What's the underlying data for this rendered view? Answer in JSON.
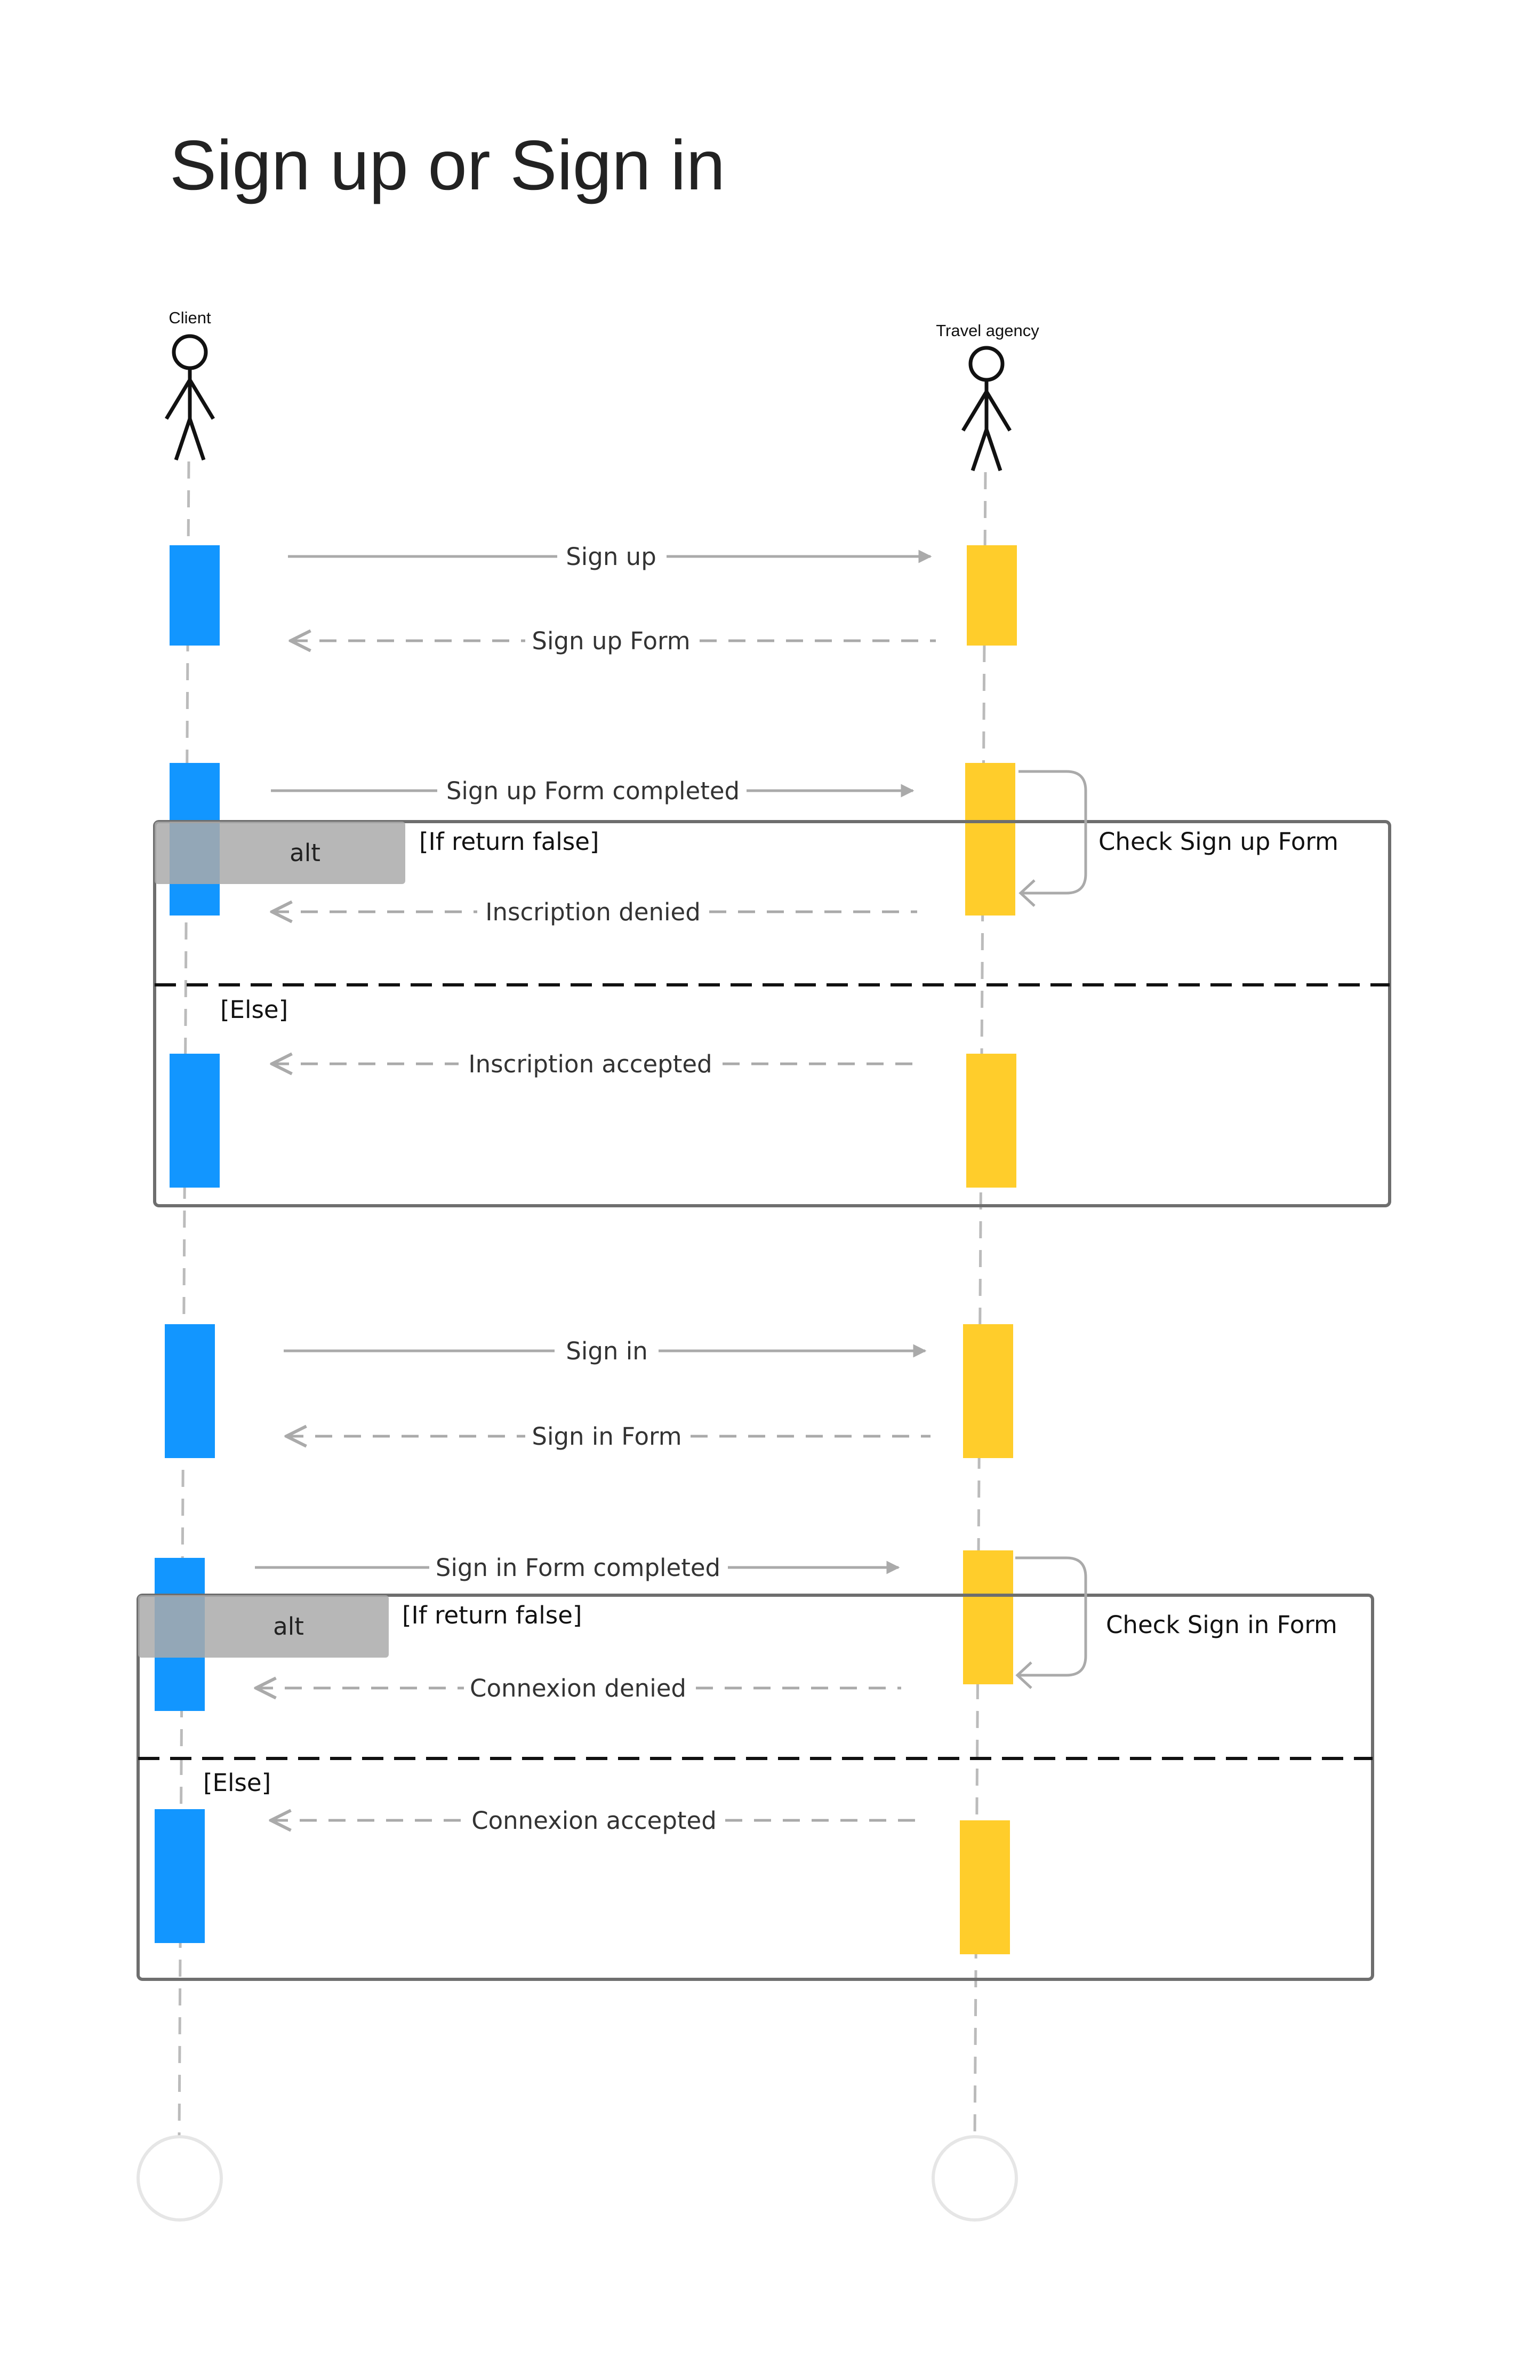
{
  "title": "Sign up or Sign in",
  "actors": {
    "client": "Client",
    "agency": "Travel agency"
  },
  "colors": {
    "client_bar": "#1296FF",
    "agency_bar": "#FFCD2B",
    "message_line": "#AAAAAA",
    "frame_border": "#6E6E6E",
    "alt_tag_bg": "#BBBBBB"
  },
  "messages": {
    "signup": "Sign up",
    "signup_form": "Sign up Form",
    "signup_completed": "Sign up Form completed",
    "inscription_denied": "Inscription denied",
    "inscription_accepted": "Inscription accepted",
    "signin": "Sign in",
    "signin_form": "Sign in Form",
    "signin_completed": "Sign in Form completed",
    "connexion_denied": "Connexion denied",
    "connexion_accepted": "Connexion accepted"
  },
  "self_checks": {
    "signup": "Check Sign up Form",
    "signin": "Check Sign in Form"
  },
  "fragments": {
    "alt_label": "alt",
    "if_condition": "[If return false]",
    "else_condition": "[Else]"
  }
}
